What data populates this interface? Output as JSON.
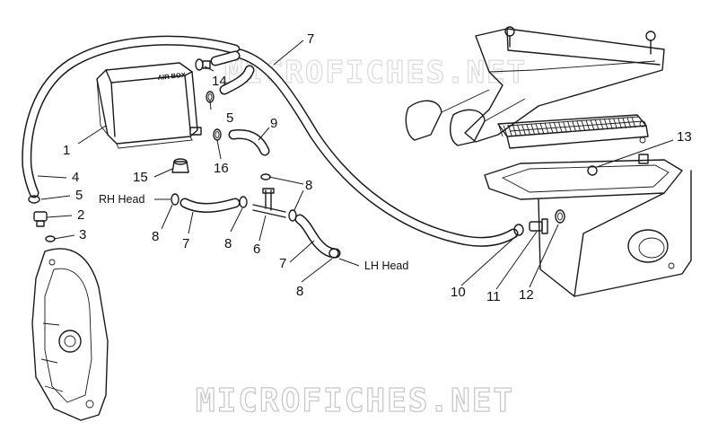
{
  "watermark": {
    "top_text": "MICROFICHES.NET",
    "bottom_text": "MICROFICHES.NET"
  },
  "labels": {
    "air_box": "AIR BOX",
    "rh_head": "RH Head",
    "lh_head": "LH Head"
  },
  "callouts": {
    "c1": "1",
    "c2": "2",
    "c3": "3",
    "c4": "4",
    "c5a": "5",
    "c5b": "5",
    "c6": "6",
    "c7a": "7",
    "c7b": "7",
    "c7c": "7",
    "c8a": "8",
    "c8b": "8",
    "c8c": "8",
    "c8d": "8",
    "c9": "9",
    "c10": "10",
    "c11": "11",
    "c12": "12",
    "c13": "13",
    "c14": "14",
    "c15": "15",
    "c16": "16"
  }
}
